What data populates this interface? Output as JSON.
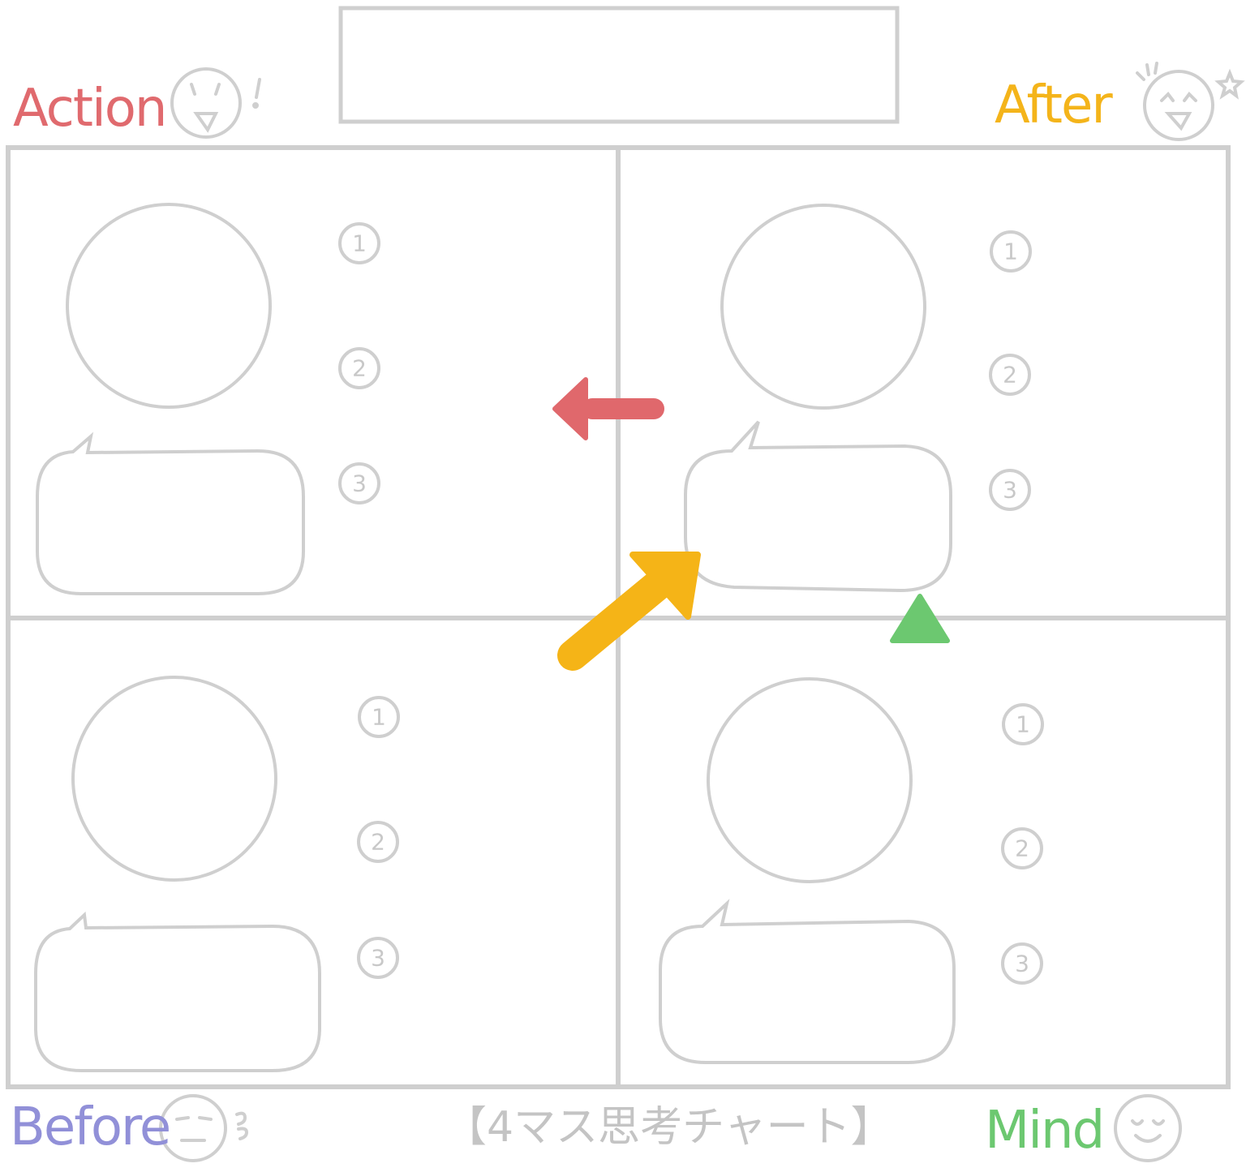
{
  "labels": {
    "action": "Action",
    "after": "After",
    "before": "Before",
    "mind": "Mind"
  },
  "footer_caption": "【4マス思考チャート】",
  "panel_numbers": [
    "1",
    "2",
    "3"
  ],
  "colors": {
    "outline": "#cfcfcf",
    "action": "#e06a6e",
    "after": "#f4b41a",
    "before": "#9190d8",
    "mind": "#6cc870",
    "arrow_left": "#e0686c",
    "arrow_diagonal": "#f5b417",
    "triangle": "#6cc870"
  },
  "icons": {
    "action": "surprised-face-icon",
    "after": "laughing-face-icon",
    "before": "worried-face-icon",
    "mind": "content-face-icon"
  }
}
